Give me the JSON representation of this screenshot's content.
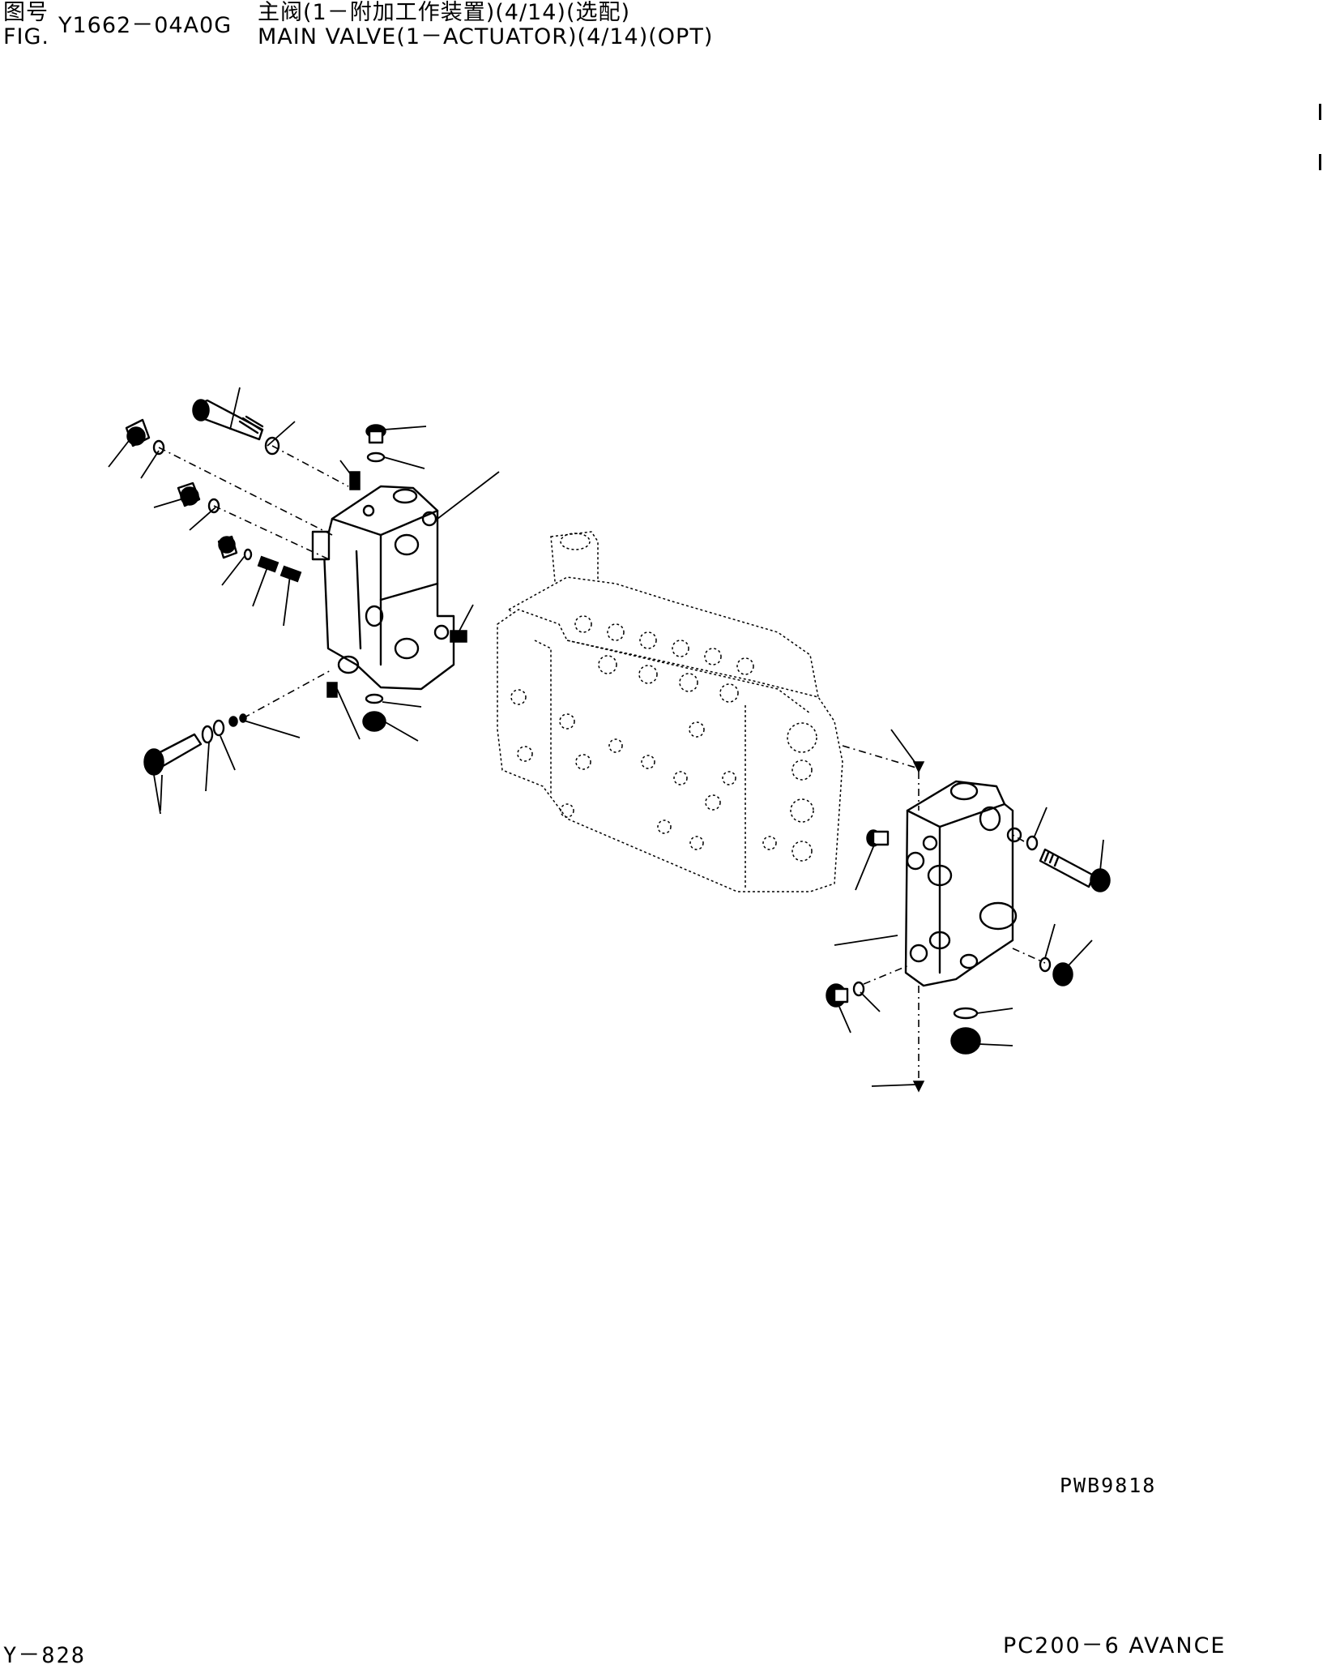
{
  "header": {
    "fig_label_cn": "图号",
    "fig_label_en": "FIG.",
    "fig_number": "Y1662－04A0G",
    "title_cn": "主阀(1－附加工作装置)(4/14)(选配)",
    "title_en": "MAIN VALVE(1－ACTUATOR)(4/14)(OPT)"
  },
  "drawing_code": "PWB9818",
  "footer": {
    "page_number": "Y－828",
    "model": "PC200－6 AVANCE"
  },
  "diagram": {
    "line_color": "#000000",
    "background": "#ffffff",
    "groups": [
      "left-actuator-valve-assembly",
      "main-valve-body-ghost",
      "right-actuator-valve-assembly"
    ]
  }
}
